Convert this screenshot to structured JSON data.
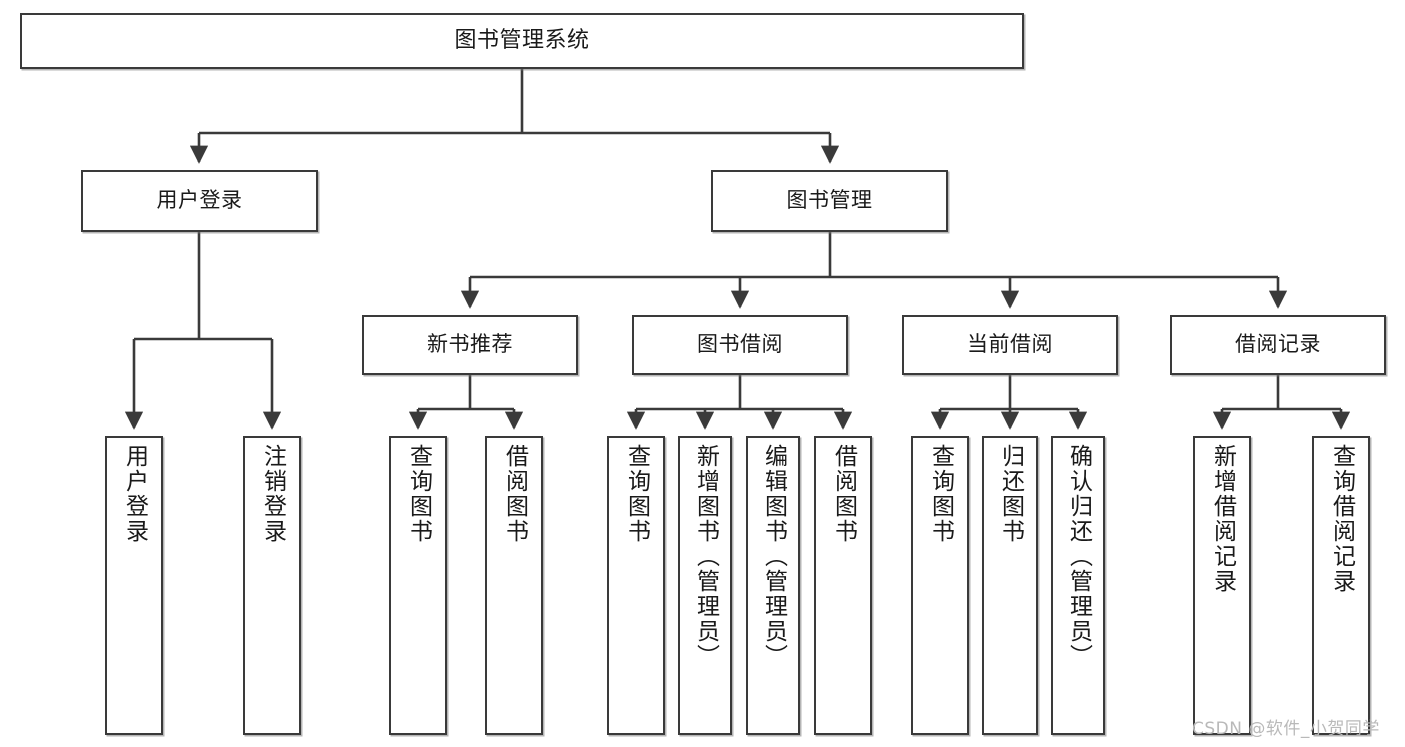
{
  "diagram": {
    "type": "tree",
    "title": "图书管理系统",
    "orientation": "top-down",
    "colors": {
      "box_border": "#3a3a3a",
      "box_fill": "#ffffff",
      "edge": "#3a3a3a",
      "text": "#1a1a1a",
      "watermark": "#b9b9b9"
    }
  },
  "root": {
    "label": "图书管理系统"
  },
  "level2": [
    {
      "label": "用户登录"
    },
    {
      "label": "图书管理"
    }
  ],
  "level3": [
    {
      "label": "新书推荐"
    },
    {
      "label": "图书借阅"
    },
    {
      "label": "当前借阅"
    },
    {
      "label": "借阅记录"
    }
  ],
  "leaves": {
    "user_login": [
      {
        "label": "用户登录"
      },
      {
        "label": "注销登录"
      }
    ],
    "new_book": [
      {
        "label": "查询图书"
      },
      {
        "label": "借阅图书"
      }
    ],
    "borrow_book": [
      {
        "label": "查询图书"
      },
      {
        "label": "新增图书（管理员）"
      },
      {
        "label": "编辑图书（管理员）"
      },
      {
        "label": "借阅图书"
      }
    ],
    "current_borrow": [
      {
        "label": "查询图书"
      },
      {
        "label": "归还图书"
      },
      {
        "label": "确认归还（管理员）"
      }
    ],
    "borrow_record": [
      {
        "label": "新增借阅记录"
      },
      {
        "label": "查询借阅记录"
      }
    ]
  },
  "watermark": {
    "text": "CSDN @软件_小贺同学"
  }
}
